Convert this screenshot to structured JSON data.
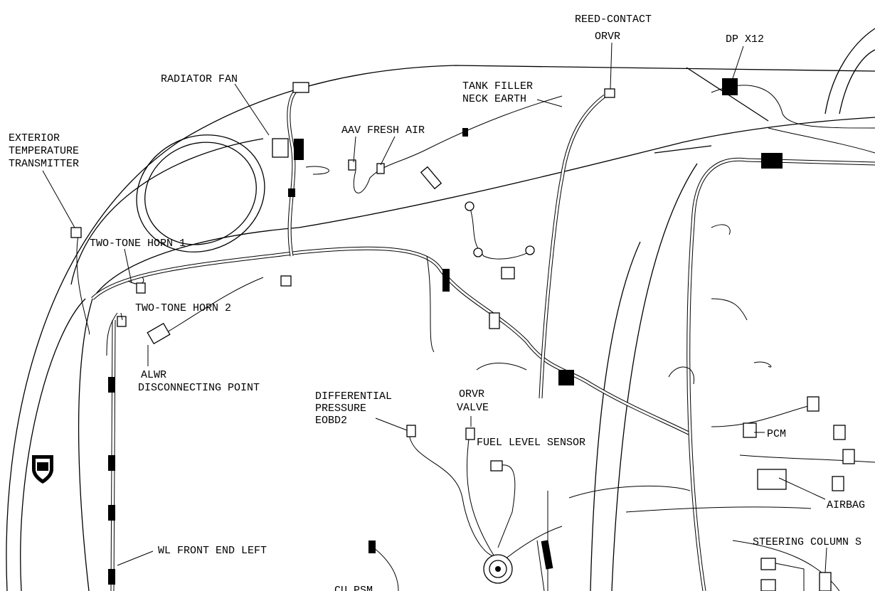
{
  "diagram": {
    "labels": {
      "reed_contact_1": "REED-CONTACT",
      "reed_contact_2": "ORVR",
      "dp_x12": "DP X12",
      "radiator_fan": "RADIATOR FAN",
      "tank_filler_1": "TANK FILLER",
      "tank_filler_2": "NECK EARTH",
      "aav_fresh_air": "AAV FRESH AIR",
      "ext_temp_1": "EXTERIOR",
      "ext_temp_2": "TEMPERATURE",
      "ext_temp_3": "TRANSMITTER",
      "horn1": "TWO-TONE HORN 1",
      "horn2": "TWO-TONE HORN 2",
      "alwr_1": "ALWR",
      "alwr_2": "DISCONNECTING POINT",
      "diff_1": "DIFFERENTIAL",
      "diff_2": "PRESSURE",
      "diff_3": "EOBD2",
      "orvr_valve_1": "ORVR",
      "orvr_valve_2": "VALVE",
      "fuel_level": "FUEL LEVEL SENSOR",
      "pcm": "PCM",
      "airbag": "AIRBAG",
      "steering_column": "STEERING COLUMN S",
      "wl_front_end": "WL FRONT END LEFT",
      "cu_psm": "CU PSM"
    }
  }
}
